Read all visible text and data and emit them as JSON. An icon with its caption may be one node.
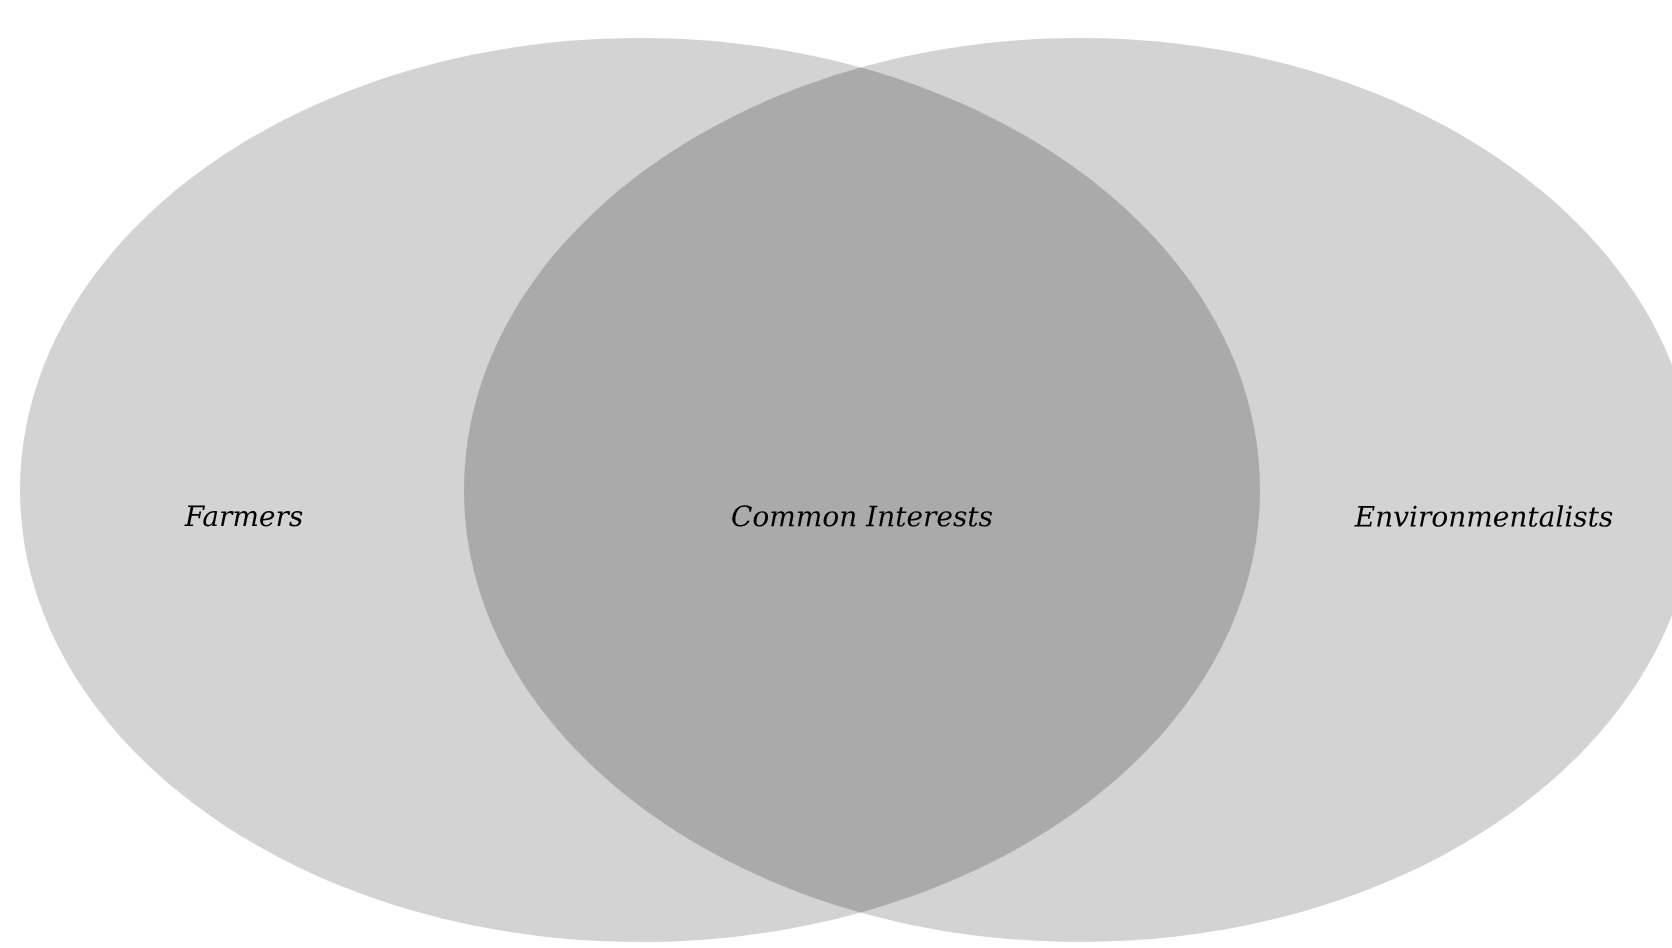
{
  "diagram": {
    "nodes": [
      {
        "text": [
          "Farmers"
        ]
      },
      {
        "text": [
          "Environmentalists"
        ]
      },
      {
        "text": [
          "Common Interests"
        ]
      }
    ]
  }
}
